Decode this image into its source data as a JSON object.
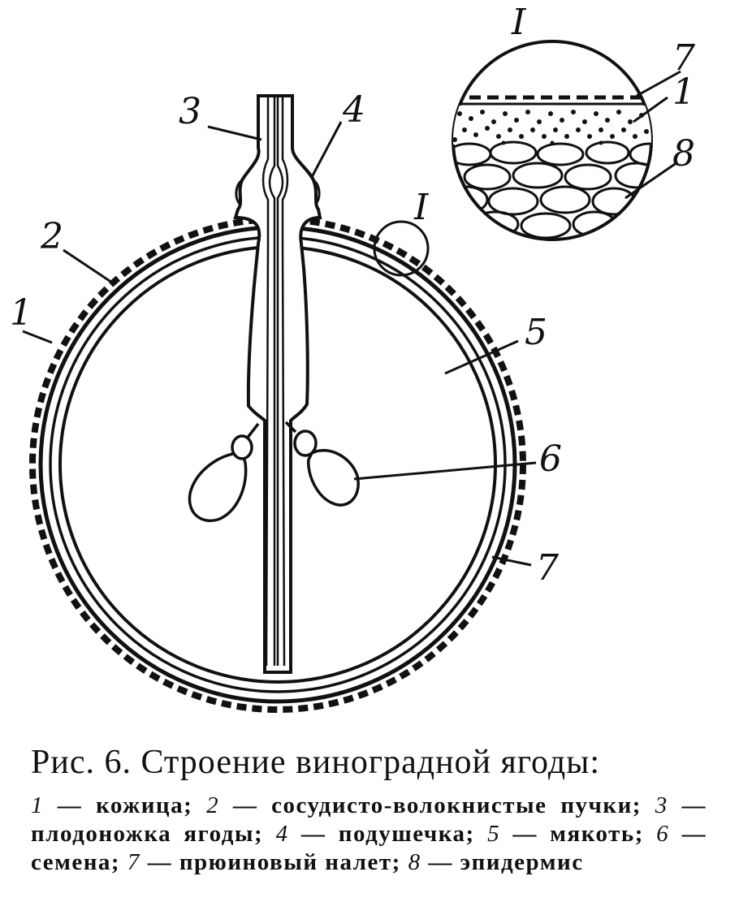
{
  "figure": {
    "labels": {
      "n1": "1",
      "n2": "2",
      "n3": "3",
      "n4": "4",
      "n5": "5",
      "n6": "6",
      "n7": "7",
      "inset_mark": "I",
      "inset_title": "I",
      "inset_7": "7",
      "inset_1": "1",
      "inset_8": "8"
    }
  },
  "caption": {
    "title": "Рис. 6. Строение виноградной ягоды:",
    "legend": [
      {
        "num": "1",
        "text": "кожица;"
      },
      {
        "num": "2",
        "text": "сосудисто-волокнистые пучки;"
      },
      {
        "num": "3",
        "text": "плодоножка ягоды;"
      },
      {
        "num": "4",
        "text": "подушечка;"
      },
      {
        "num": "5",
        "text": "мякоть;"
      },
      {
        "num": "6",
        "text": "семена;"
      },
      {
        "num": "7",
        "text": "прюиновый налет;"
      },
      {
        "num": "8",
        "text": "эпидермис"
      }
    ]
  }
}
